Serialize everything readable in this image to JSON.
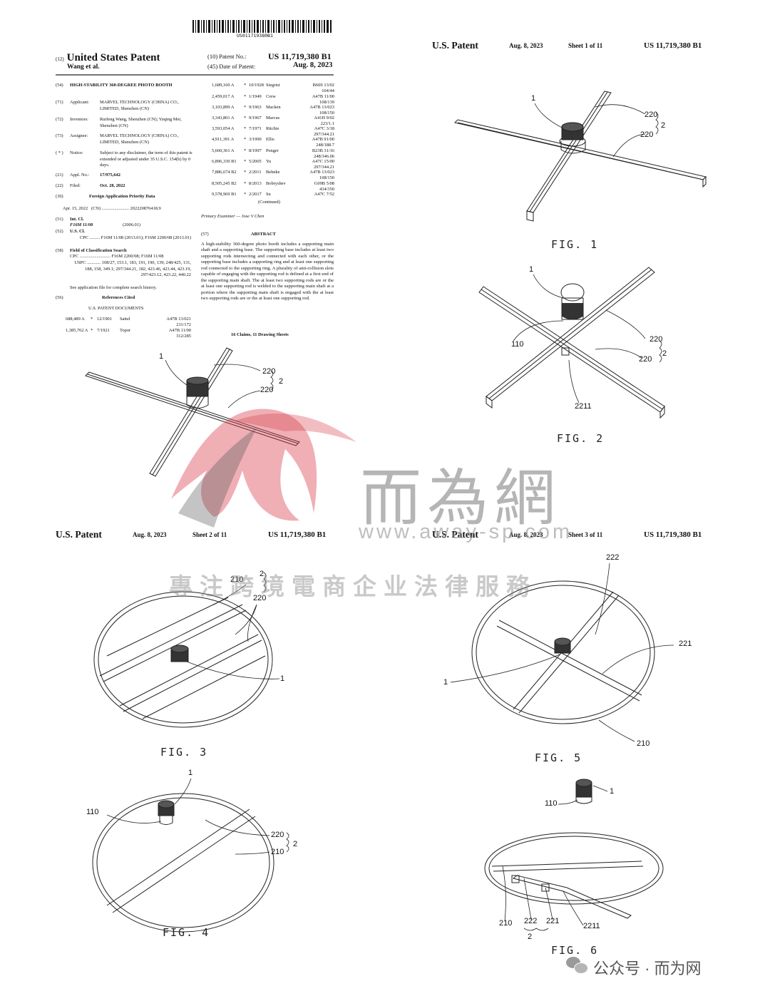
{
  "barcode": {
    "text": "US011719380B1"
  },
  "front": {
    "kind_code_num": "(12)",
    "patent_type": "United States Patent",
    "inventors_short": "Wang et al.",
    "patent_no_label": "(10) Patent No.:",
    "patent_no": "US 11,719,380 B1",
    "date_label": "(45) Date of Patent:",
    "date": "Aug. 8, 2023",
    "fields": [
      {
        "num": "(54)",
        "label": "",
        "value": "HIGH-STABILITY 360-DEGREE PHOTO BOOTH"
      },
      {
        "num": "(71)",
        "label": "Applicant:",
        "value": "MARVEL TECHNOLOGY (CHINA) CO., LIMITED, Shenzhen (CN)"
      },
      {
        "num": "(72)",
        "label": "Inventors:",
        "value": "Ruifeng Wang, Shenzhen (CN); Yuqing Mei, Shenzhen (CN)"
      },
      {
        "num": "(73)",
        "label": "Assignee:",
        "value": "MARVEL TECHNOLOGY (CHINA) CO., LIMITED, Shenzhen (CN)"
      },
      {
        "num": "( * )",
        "label": "Notice:",
        "value": "Subject to any disclaimer, the term of this patent is extended or adjusted under 35 U.S.C. 154(b) by 0 days."
      },
      {
        "num": "(21)",
        "label": "Appl. No.:",
        "value": "17/975,642"
      },
      {
        "num": "(22)",
        "label": "Filed:",
        "value": "Oct. 28, 2022"
      }
    ],
    "priority_num": "(30)",
    "priority_title": "Foreign Application Priority Data",
    "priority_row": "Apr. 15, 2022   (CN) ........................ 202220876418.9",
    "intcl_num": "(51)",
    "intcl_label": "Int. Cl.",
    "intcl_value": "F16M 11/08",
    "intcl_date": "(2006.01)",
    "uscl_num": "(52)",
    "uscl_label": "U.S. Cl.",
    "uscl_value": "CPC ......... F16M 11/08 (2013.01); F16M 2200/08 (2013.01)",
    "search_num": "(58)",
    "search_label": "Field of Classification Search",
    "search_cpc": "CPC ........................... F16M 2200/08; F16M 11/08",
    "search_uspc": "USPC ............ 108/27, 153.1, 183, 191, 190, 139; 248/425, 131, 188, 158, 349.1; 297/344.21, 182, 423.46, 423.44, 423.19, 297/423.12, 423.22, 440.22",
    "search_note": "See application file for complete search history.",
    "refs_num": "(56)",
    "refs_label": "References Cited",
    "refs_sub": "U.S. PATENT DOCUMENTS",
    "left_refs": [
      {
        "no": "688,489 A",
        "star": "*",
        "date": "12/1901",
        "name": "Sattel",
        "cls": "A47B 13/021",
        "cls2": "211/172"
      },
      {
        "no": "1,385,762 A",
        "star": "*",
        "date": "7/1921",
        "name": "Topor",
        "cls": "A47B 11/00",
        "cls2": "312/285"
      }
    ],
    "right_refs": [
      {
        "no": "1,689,160 A",
        "star": "*",
        "date": "10/1928",
        "name": "Siegrist",
        "cls": "B60S 13/02",
        "cls2": "104/44"
      },
      {
        "no": "2,459,017 A",
        "star": "*",
        "date": "1/1949",
        "name": "Crew",
        "cls": "A47B 11/00",
        "cls2": "108/139"
      },
      {
        "no": "3,103,899 A",
        "star": "*",
        "date": "9/1963",
        "name": "Macken",
        "cls": "A47B 13/023",
        "cls2": "108/150"
      },
      {
        "no": "3,343,801 A",
        "star": "*",
        "date": "9/1967",
        "name": "Marcus",
        "cls": "A41H 9/02",
        "cls2": "223/1.1"
      },
      {
        "no": "3,593,054 A",
        "star": "*",
        "date": "7/1971",
        "name": "Ritchie",
        "cls": "A47C 3/18",
        "cls2": "297/344.21"
      },
      {
        "no": "4,911,391 A",
        "star": "*",
        "date": "3/1990",
        "name": "Ellis",
        "cls": "A47B 91/00",
        "cls2": "248/188.7"
      },
      {
        "no": "5,660,361 A",
        "star": "*",
        "date": "8/1997",
        "name": "Penger",
        "cls": "B23B 31/16",
        "cls2": "248/346.06"
      },
      {
        "no": "6,896,330 B1",
        "star": "*",
        "date": "5/2005",
        "name": "Yu",
        "cls": "A47C 15/00",
        "cls2": "297/344.21"
      },
      {
        "no": "7,886,674 B2",
        "star": "*",
        "date": "2/2011",
        "name": "Behnke",
        "cls": "A47B 13/023",
        "cls2": "108/150"
      },
      {
        "no": "8,505,245 B2",
        "star": "*",
        "date": "8/2013",
        "name": "Bobryshev",
        "cls": "G09B 5/08",
        "cls2": "434/350"
      },
      {
        "no": "9,578,969 B1",
        "star": "*",
        "date": "2/2017",
        "name": "Su",
        "cls": "A47C 7/52",
        "cls2": ""
      }
    ],
    "continued": "(Continued)",
    "examiner": "Primary Examiner — Jose V Chen",
    "abstract_num": "(57)",
    "abstract_title": "ABSTRACT",
    "abstract_text": "A high-stability 360-degree photo booth includes a supporting main shaft and a supporting base. The supporting base includes at least two supporting rods intersecting and connected with each other, or the supporting base includes a supporting ring and at least one supporting rod connected to the supporting ring. A plurality of anti-collision slots capable of engaging with the supporting rod is defined at a first end of the supporting main shaft. The at least two supporting rods are or the at least one supporting rod is welded to the supporting main shaft at a portion where the supporting main shaft is engaged with the at least two supporting rods are or the at least one supporting rod.",
    "claims": "16 Claims, 11 Drawing Sheets"
  },
  "sheet1": {
    "left": "U.S. Patent",
    "date": "Aug. 8, 2023",
    "sheet": "Sheet 1 of 11",
    "no": "US 11,719,380 B1"
  },
  "sheet2": {
    "left": "U.S. Patent",
    "date": "Aug. 8, 2023",
    "sheet": "Sheet 2 of 11",
    "no": "US 11,719,380 B1"
  },
  "sheet3": {
    "left": "U.S. Patent",
    "date": "Aug. 8, 2023",
    "sheet": "Sheet 3 of 11",
    "no": "US 11,719,380 B1"
  },
  "figures": {
    "fig1": "FIG. 1",
    "fig2": "FIG. 2",
    "fig3": "FIG. 3",
    "fig4": "FIG. 4",
    "fig5": "FIG. 5",
    "fig6": "FIG. 6"
  },
  "refs": {
    "r1": "1",
    "r2": "2",
    "r110": "110",
    "r210": "210",
    "r220": "220",
    "r221": "221",
    "r222": "222",
    "r2211": "2211"
  },
  "watermark": {
    "title": "而為網",
    "url": "www.away-sp.com",
    "slogan": "專注跨境電商企业法律服務",
    "wechat": "公众号 · 而为网"
  }
}
